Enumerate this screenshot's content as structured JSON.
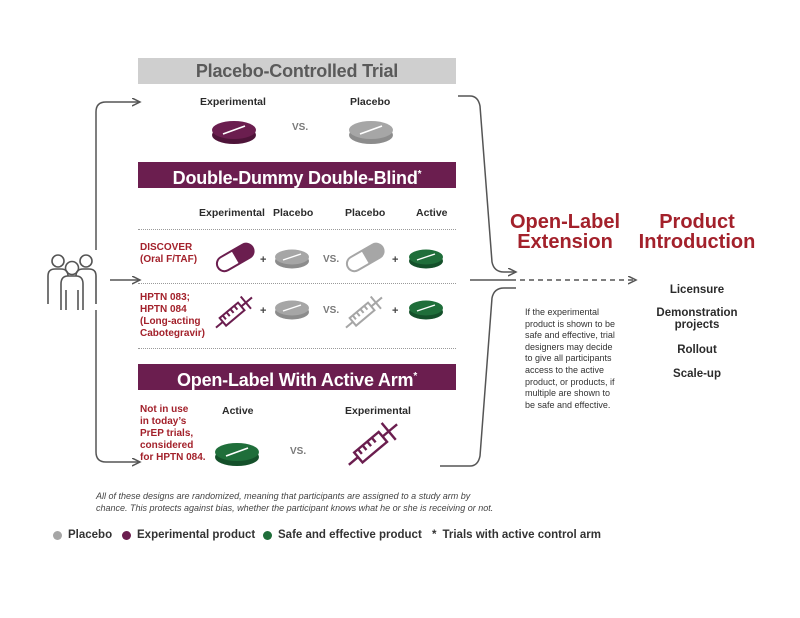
{
  "colors": {
    "placebo": "#a6a6a6",
    "experimental": "#6b1e4f",
    "active": "#1f6e3a",
    "accent_red": "#a3212b",
    "banner_gray": "#cfcfcf"
  },
  "section_placebo": {
    "title": "Placebo-Controlled Trial",
    "labels": {
      "experimental": "Experimental",
      "placebo": "Placebo"
    },
    "vs": "VS."
  },
  "section_double": {
    "title": "Double-Dummy Double-Blind",
    "title_star": "*",
    "headers": {
      "experimental": "Experimental",
      "placebo1": "Placebo",
      "placebo2": "Placebo",
      "active": "Active"
    },
    "rows": [
      {
        "name": "DISCOVER\n(Oral F/TAF)",
        "plus1": "+",
        "vs": "VS.",
        "plus2": "+"
      },
      {
        "name": "HPTN 083;\nHPTN 084\n(Long-acting\nCabotegravir)",
        "plus1": "+",
        "vs": "VS.",
        "plus2": "+"
      }
    ]
  },
  "section_active": {
    "title": "Open-Label With Active Arm",
    "title_star": "*",
    "note": "Not in use\nin today’s\nPrEP trials,\nconsidered\nfor HPTN 084.",
    "labels": {
      "active": "Active",
      "experimental": "Experimental"
    },
    "vs": "VS."
  },
  "open_label_extension": {
    "title": "Open-Label\nExtension",
    "text": "If the experimental\nproduct is shown to be\nsafe and effective, trial\ndesigners may decide\nto give all participants\naccess to the active\nproduct, or products, if\nmultiple are shown to\nbe safe and effective."
  },
  "product_introduction": {
    "title": "Product\nIntroduction",
    "steps": [
      "Licensure",
      "Demonstration\nprojects",
      "Rollout",
      "Scale-up"
    ]
  },
  "footnote": "All of these designs are randomized, meaning that participants are assigned to a study arm by\nchance. This protects against bias, whether the participant knows what he or she is receiving or not.",
  "legend": [
    {
      "label": "Placebo",
      "color": "#a6a6a6",
      "marker": "dot"
    },
    {
      "label": "Experimental product",
      "color": "#6b1e4f",
      "marker": "dot"
    },
    {
      "label": "Safe and effective product",
      "color": "#1f6e3a",
      "marker": "dot"
    },
    {
      "label": "Trials with active control arm",
      "marker": "*"
    }
  ],
  "icons": {
    "participants": "people-group-icon",
    "tablet": "tablet-pill-icon",
    "capsule": "capsule-icon",
    "syringe": "syringe-icon"
  }
}
